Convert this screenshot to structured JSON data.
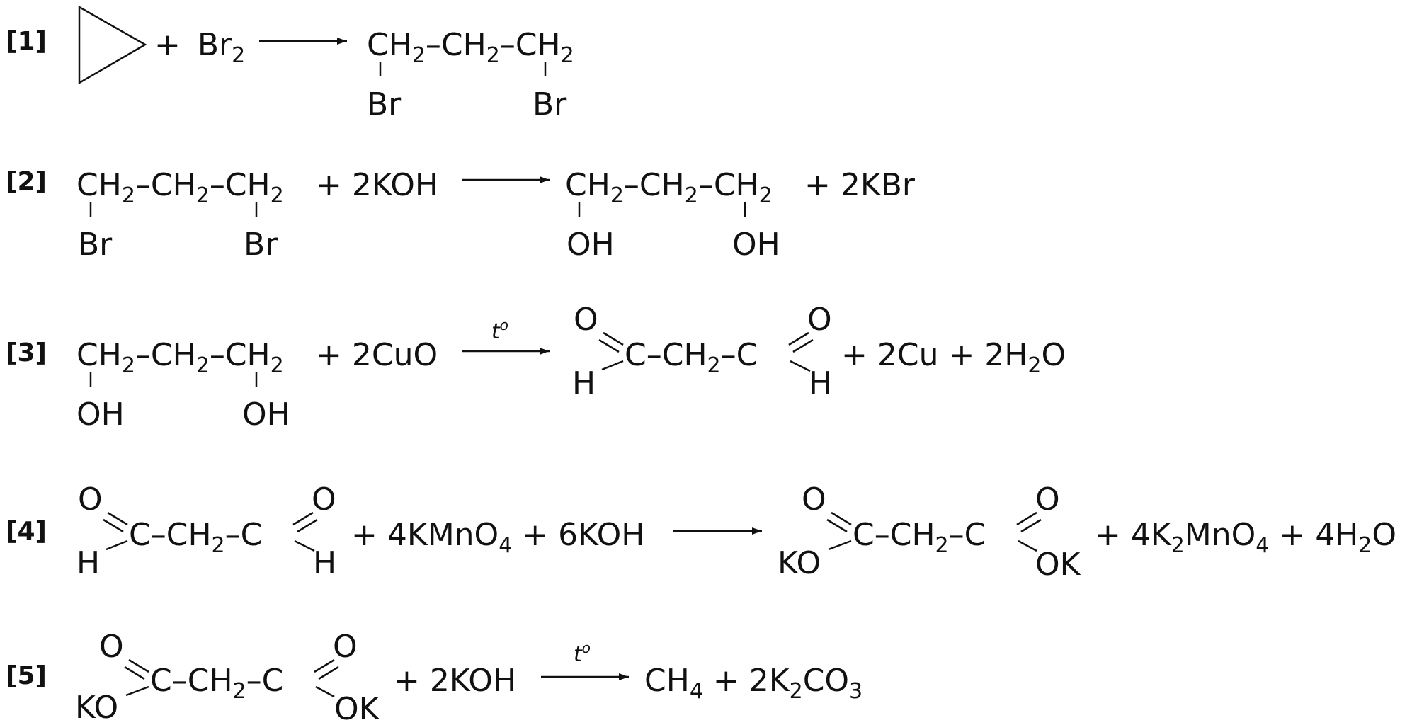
{
  "reactions": [
    {
      "label": "[1]",
      "reactants": {
        "cyclopropane": "cyclopropane-ring",
        "plus": "+",
        "br2": "Br",
        "br2_sub": "2"
      },
      "product": {
        "chain": [
          {
            "t": "CH",
            "sub": "2"
          },
          {
            "t": "–CH",
            "sub": "2"
          },
          {
            "t": "–CH",
            "sub": "2"
          }
        ],
        "subs": [
          "Br",
          "Br"
        ]
      }
    },
    {
      "label": "[2]",
      "reactant": {
        "chain": [
          {
            "t": "CH",
            "sub": "2"
          },
          {
            "t": "–CH",
            "sub": "2"
          },
          {
            "t": "–CH",
            "sub": "2"
          }
        ],
        "subs": [
          "Br",
          "Br"
        ]
      },
      "reagent": "+ 2KOH",
      "product": {
        "chain": [
          {
            "t": "CH",
            "sub": "2"
          },
          {
            "t": "–CH",
            "sub": "2"
          },
          {
            "t": "–CH",
            "sub": "2"
          }
        ],
        "subs": [
          "OH",
          "OH"
        ]
      },
      "byproduct": "+ 2KBr"
    },
    {
      "label": "[3]",
      "condition": "t",
      "condition_sup": "o",
      "reactant": {
        "chain": [
          {
            "t": "CH",
            "sub": "2"
          },
          {
            "t": "–CH",
            "sub": "2"
          },
          {
            "t": "–CH",
            "sub": "2"
          }
        ],
        "subs": [
          "OH",
          "OH"
        ]
      },
      "reagent": "+ 2CuO",
      "product": {
        "o_left": "O",
        "h_left": "H",
        "chain": [
          {
            "t": "C–CH",
            "sub": "2"
          },
          {
            "t": "–C",
            "sub": ""
          }
        ],
        "o_right": "O",
        "h_right": "H"
      },
      "byproducts": [
        {
          "t": "+ 2Cu + 2H",
          "sub": "2"
        },
        {
          "t": "O",
          "sub": ""
        }
      ]
    },
    {
      "label": "[4]",
      "reactant": {
        "o_left": "O",
        "h_left": "H",
        "chain": [
          {
            "t": "C–CH",
            "sub": "2"
          },
          {
            "t": "–C",
            "sub": ""
          }
        ],
        "o_right": "O",
        "h_right": "H"
      },
      "reagents": [
        {
          "t": "+ 4KMnO",
          "sub": "4"
        },
        {
          "t": " + 6KOH",
          "sub": ""
        }
      ],
      "product": {
        "o_left": "O",
        "k_left": "KO",
        "chain": [
          {
            "t": "C–CH",
            "sub": "2"
          },
          {
            "t": "–C",
            "sub": ""
          }
        ],
        "o_right": "O",
        "k_right": "OK"
      },
      "byproducts": [
        {
          "t": "+ 4K",
          "sub": "2"
        },
        {
          "t": "MnO",
          "sub": "4"
        },
        {
          "t": " + 4H",
          "sub": "2"
        },
        {
          "t": "O",
          "sub": ""
        }
      ]
    },
    {
      "label": "[5]",
      "condition": "t",
      "condition_sup": "o",
      "reactant": {
        "o_left": "O",
        "k_left": "KO",
        "chain": [
          {
            "t": "C–CH",
            "sub": "2"
          },
          {
            "t": "–C",
            "sub": ""
          }
        ],
        "o_right": "O",
        "k_right": "OK"
      },
      "reagent": "+ 2KOH",
      "products": [
        {
          "t": "CH",
          "sub": "4"
        },
        {
          "t": " + 2K",
          "sub": "2"
        },
        {
          "t": "CO",
          "sub": "3"
        }
      ]
    }
  ]
}
